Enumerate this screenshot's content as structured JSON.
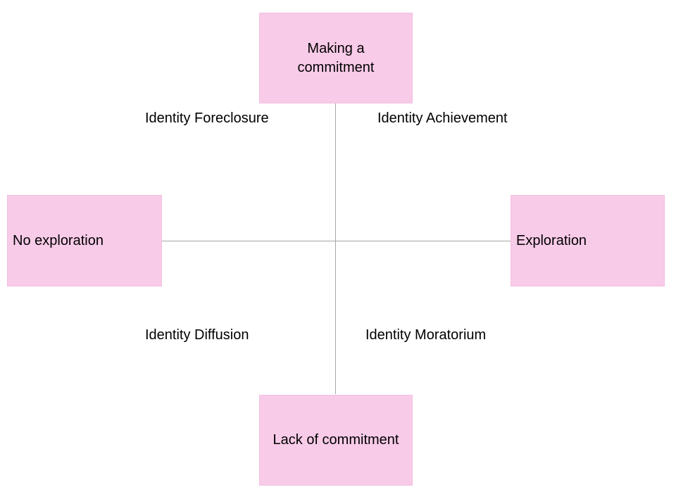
{
  "nodes": {
    "top": "Making a commitment",
    "bottom": "Lack of commitment",
    "left": "No exploration",
    "right": "Exploration"
  },
  "quadrants": {
    "top_left": "Identity Foreclosure",
    "top_right": "Identity Achievement",
    "bottom_left": "Identity Diffusion",
    "bottom_right": "Identity Moratorium"
  },
  "colors": {
    "box_fill": "#f8cbe8",
    "axis_line": "#a6a6a6",
    "text": "#000000"
  }
}
